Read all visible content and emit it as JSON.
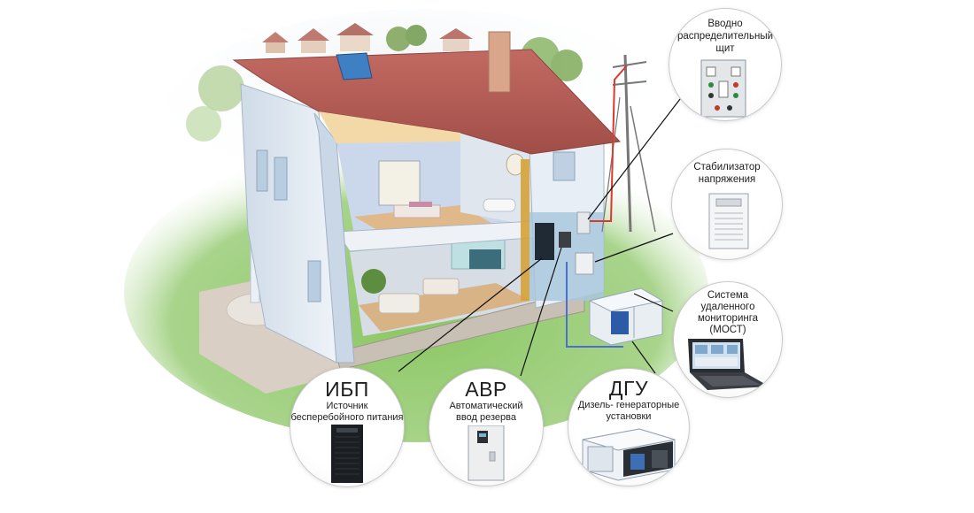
{
  "callouts": {
    "panel": {
      "label_1": "Вводно",
      "label_2": "распределительный",
      "label_3": "щит"
    },
    "stabilizer": {
      "label_1": "Стабилизатор",
      "label_2": "напряжения"
    },
    "monitoring": {
      "label_1": "Система",
      "label_2": "удаленного",
      "label_3": "мониторинга",
      "label_4": "(МОСТ)"
    },
    "ups": {
      "abbr": "ИБП",
      "desc_1": "Источник",
      "desc_2": "бесперебойного питания"
    },
    "ats": {
      "abbr": "АВР",
      "desc_1": "Автоматический",
      "desc_2": "ввод резерва"
    },
    "genset": {
      "abbr": "ДГУ",
      "desc_1": "Дизель- генераторные",
      "desc_2": "установки"
    }
  },
  "colors": {
    "roof": "#b55a55",
    "wall": "#dfe8f1",
    "grass": "#7fb95a",
    "power_line": "#d83a2f",
    "network_line": "#4a6fcf",
    "connector": "#111111"
  }
}
